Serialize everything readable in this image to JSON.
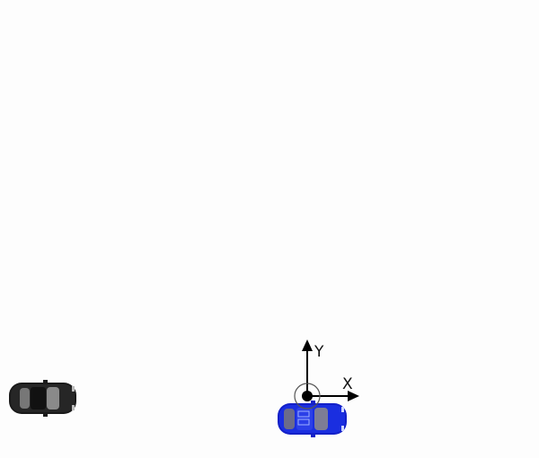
{
  "diagram": {
    "axes": {
      "x_label": "X",
      "y_label": "Y",
      "origin_symbol": "circled-dot"
    },
    "vehicles": [
      {
        "role": "ego",
        "color": "#1320c8",
        "heading": "right"
      },
      {
        "role": "other",
        "color": "#1a1a1a",
        "heading": "right"
      }
    ]
  }
}
